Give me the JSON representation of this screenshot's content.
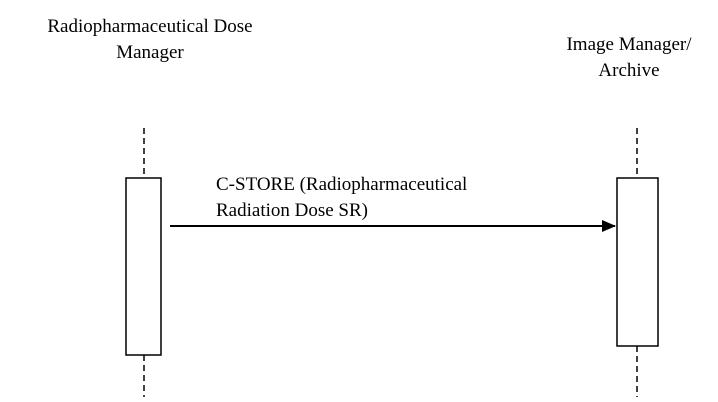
{
  "actors": {
    "left": {
      "label_line1": "Radiopharmaceutical Dose",
      "label_line2": "Manager"
    },
    "right": {
      "label_line1": "Image Manager/",
      "label_line2": "Archive"
    }
  },
  "message": {
    "label_line1": "C-STORE (Radiopharmaceutical",
    "label_line2": "Radiation Dose SR)",
    "direction": "left-to-right"
  },
  "colors": {
    "stroke": "#000000",
    "background": "#ffffff"
  }
}
